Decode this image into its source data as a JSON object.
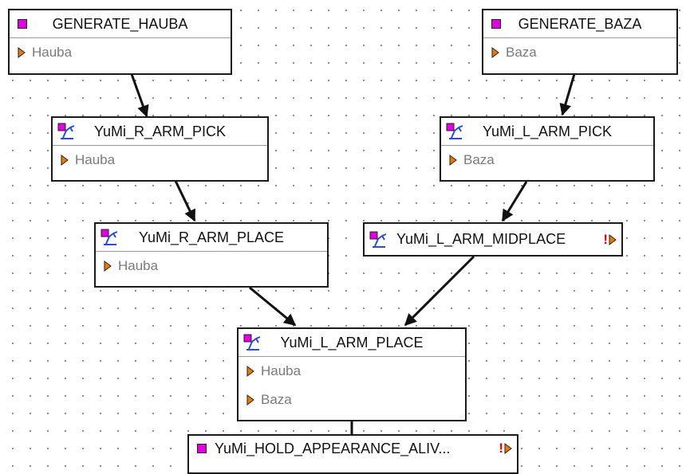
{
  "nodes": {
    "generate_hauba": {
      "title": "GENERATE_HAUBA",
      "ports": [
        "Hauba"
      ]
    },
    "generate_baza": {
      "title": "GENERATE_BAZA",
      "ports": [
        "Baza"
      ]
    },
    "r_arm_pick": {
      "title": "YuMi_R_ARM_PICK",
      "ports": [
        "Hauba"
      ]
    },
    "l_arm_pick": {
      "title": "YuMi_L_ARM_PICK",
      "ports": [
        "Baza"
      ]
    },
    "r_arm_place": {
      "title": "YuMi_R_ARM_PLACE",
      "ports": [
        "Hauba"
      ]
    },
    "l_arm_midplace": {
      "title": "YuMi_L_ARM_MIDPLACE",
      "ports": []
    },
    "l_arm_place": {
      "title": "YuMi_L_ARM_PLACE",
      "ports": [
        "Hauba",
        "Baza"
      ]
    },
    "hold_appearance": {
      "title": "YuMi_HOLD_APPEARANCE_ALIV...",
      "ports": []
    }
  },
  "warning_mark": "!",
  "colors": {
    "node_border": "#1a1a1a",
    "port_arrow": "#f07800",
    "generator_icon": "#e000e0",
    "robot_icon": "#2a4bd6",
    "warning": "#e00000",
    "edge": "#111111",
    "grid_dot": "#7a7a7a"
  },
  "icons": {
    "generator": "magenta-square-icon",
    "robot_task": "robot-arm-icon",
    "port": "orange-triangle-icon",
    "warning": "warning-icon"
  }
}
